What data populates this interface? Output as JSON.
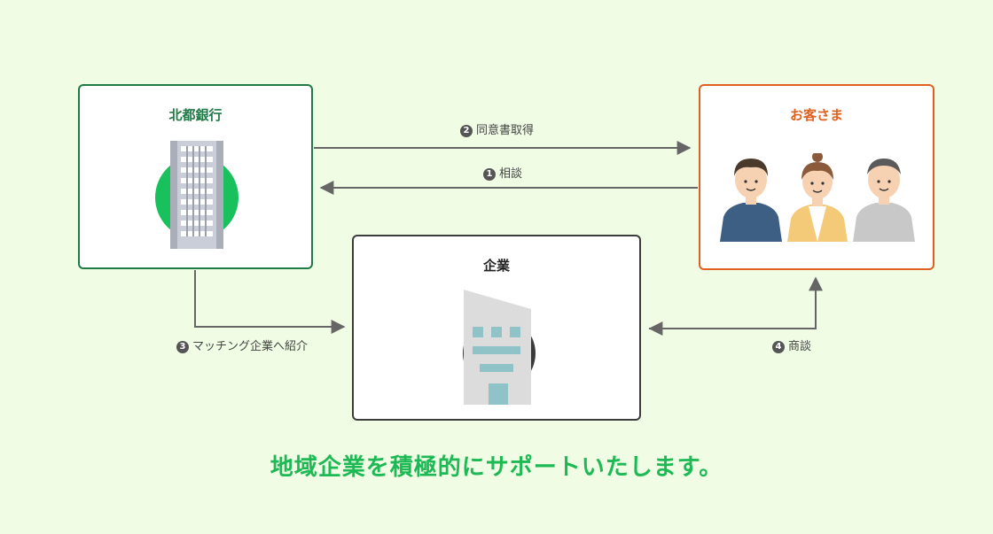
{
  "nodes": {
    "bank": {
      "title": "北都銀行"
    },
    "customer": {
      "title": "お客さま"
    },
    "company": {
      "title": "企業"
    }
  },
  "edges": [
    {
      "id": "edge-consent",
      "num": "2",
      "label": "同意書取得"
    },
    {
      "id": "edge-consult",
      "num": "1",
      "label": "相談"
    },
    {
      "id": "edge-matching",
      "num": "3",
      "label": "マッチング企業へ紹介"
    },
    {
      "id": "edge-negotiation",
      "num": "4",
      "label": "商談"
    }
  ],
  "tagline": "地域企業を積極的にサポートいたします。",
  "colors": {
    "background": "#f0fde4",
    "bank_accent": "#1f7a45",
    "customer_accent": "#e0611f",
    "tagline": "#1db954",
    "arrow": "#666666"
  }
}
